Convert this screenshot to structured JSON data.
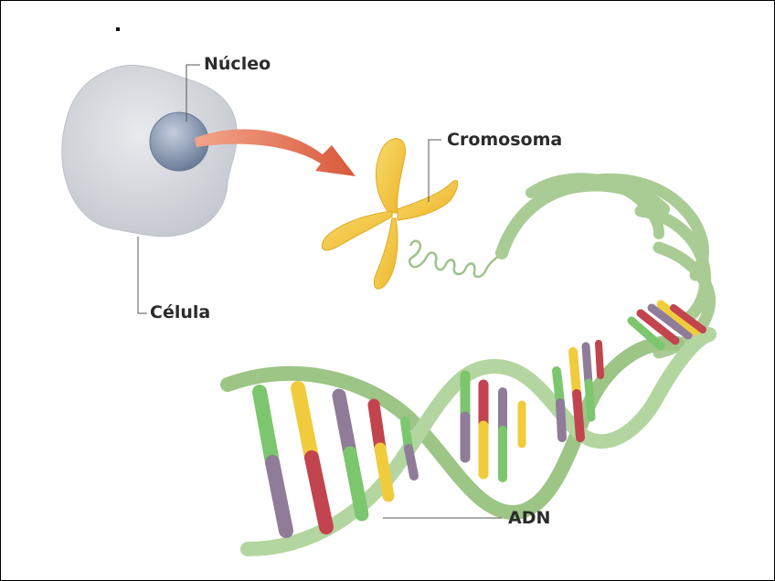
{
  "labels": {
    "nucleus": "Núcleo",
    "cell": "Célula",
    "chromosome": "Cromosoma",
    "dna": "ADN"
  },
  "colors": {
    "cell_fill": "#d6d8de",
    "nucleus_fill": "#8e9db3",
    "arrow": "#d9603e",
    "chromosome": "#f2c23a",
    "helix": "#a9cc94",
    "base_green": "#7cc66e",
    "base_yellow": "#f0cc3c",
    "base_red": "#c2444e",
    "base_purple": "#8f7c98",
    "leader_line": "#555555"
  }
}
